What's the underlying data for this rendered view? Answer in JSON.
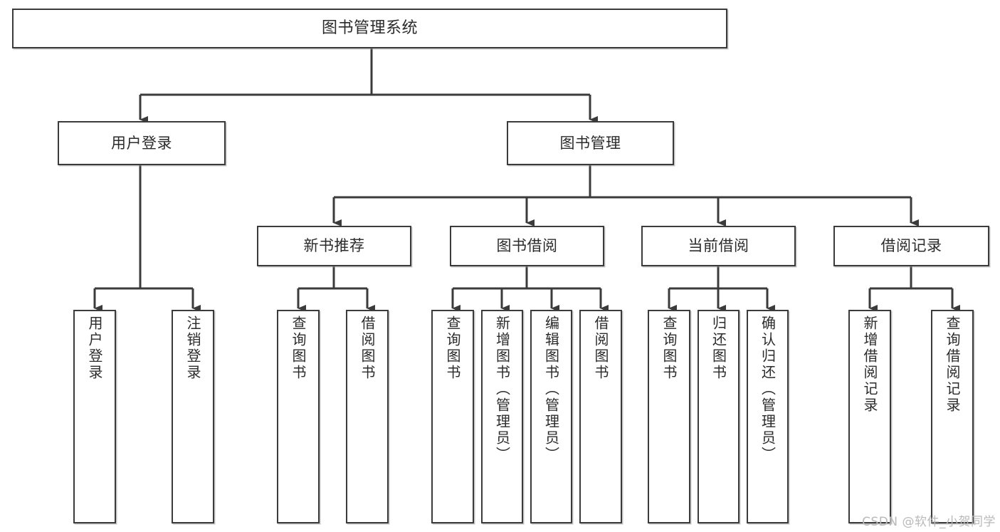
{
  "diagram": {
    "title": "图书管理系统",
    "watermark": "CSDN @软件_小贺同学",
    "stroke_color": "#3b3b3b",
    "text_color": "#2b2b2b",
    "background": "#ffffff",
    "nodes": {
      "root": "图书管理系统",
      "level1": {
        "user_login": "用户登录",
        "book_manage": "图书管理"
      },
      "level2": {
        "new_book_recommend": "新书推荐",
        "book_borrow": "图书借阅",
        "current_borrow": "当前借阅",
        "borrow_record": "借阅记录"
      },
      "leaves": {
        "user_login": [
          "用户登录",
          "注销登录"
        ],
        "new_book_recommend": [
          "查询图书",
          "借阅图书"
        ],
        "book_borrow": [
          "查询图书",
          "新增图书（管理员）",
          "编辑图书（管理员）",
          "借阅图书"
        ],
        "current_borrow": [
          "查询图书",
          "归还图书",
          "确认归还（管理员）"
        ],
        "borrow_record": [
          "新增借阅记录",
          "查询借阅记录"
        ]
      }
    }
  }
}
